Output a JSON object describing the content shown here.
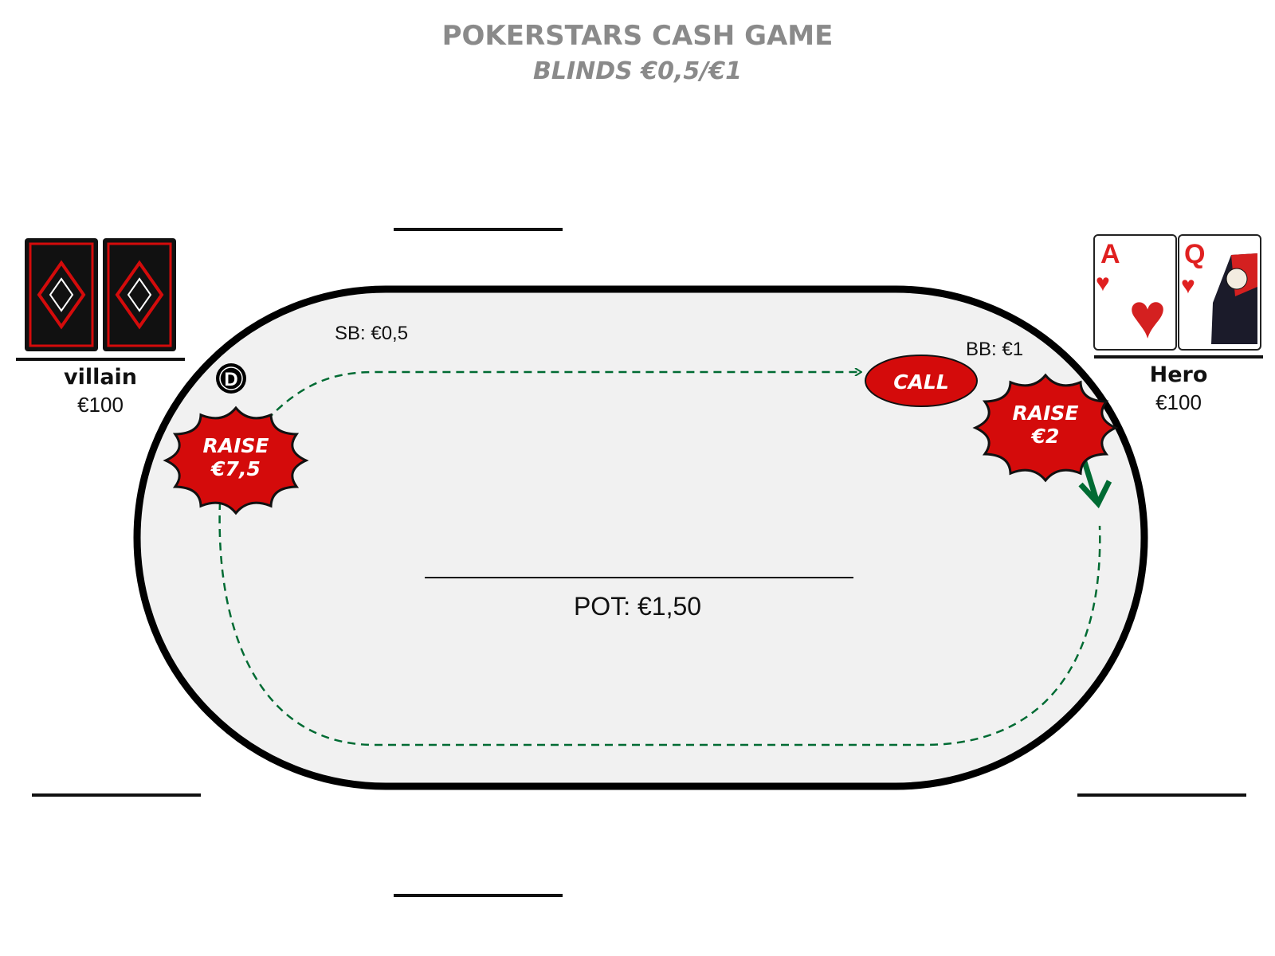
{
  "header": {
    "title": "POKERSTARS CASH GAME",
    "subtitle": "BLINDS €0,5/€1"
  },
  "players": {
    "villain": {
      "name": "villain",
      "stack": "€100",
      "position": "D",
      "action": "RAISE",
      "amount": "€7,5"
    },
    "hero": {
      "name": "Hero",
      "stack": "€100",
      "cards": [
        {
          "rank": "A",
          "suit": "♥"
        },
        {
          "rank": "Q",
          "suit": "♥"
        }
      ],
      "action": "RAISE",
      "amount": "€2"
    }
  },
  "blinds": {
    "sb": "SB: €0,5",
    "bb": "BB: €1"
  },
  "actions": {
    "call": "CALL"
  },
  "pot": "POT: €1,50",
  "colors": {
    "red": "#d40b0b",
    "green": "#006b33",
    "felt": "#f1f1f1",
    "title": "#8a8a8a"
  }
}
